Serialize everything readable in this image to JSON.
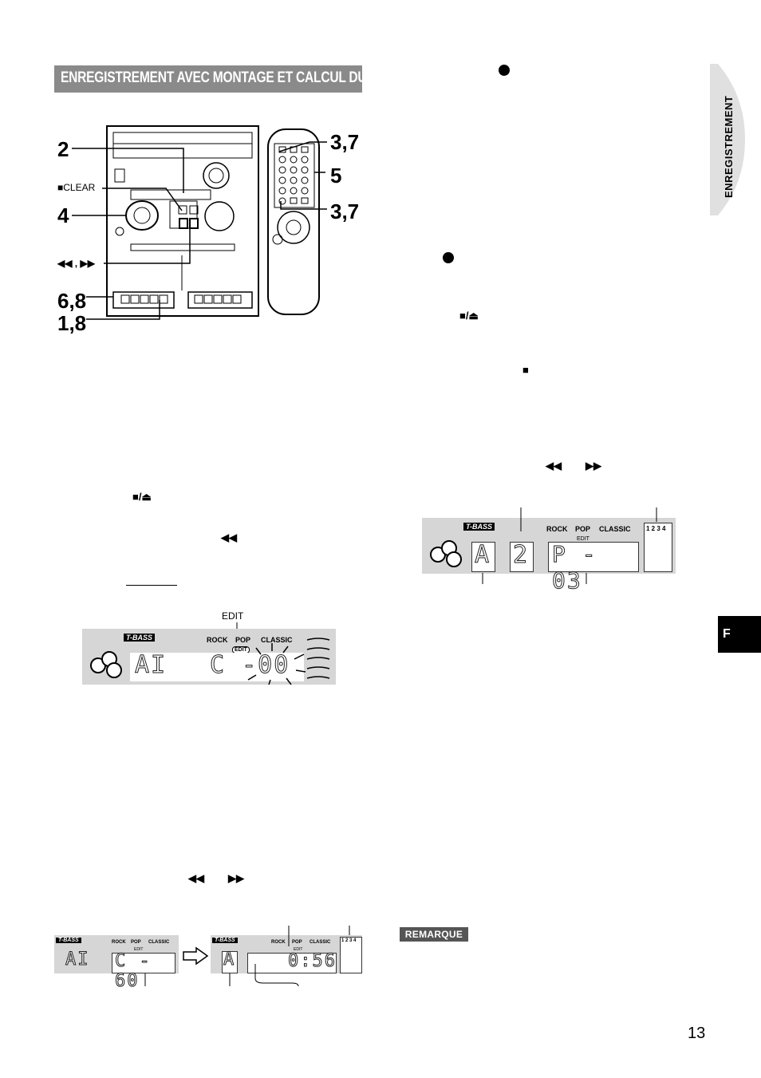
{
  "header": {
    "title": "ENREGISTREMENT AVEC MONTAGE ET CALCUL DU TEMPS"
  },
  "side_tab": {
    "label": "ENREGISTREMENT"
  },
  "lang_tab": {
    "label": "F"
  },
  "page_number": "13",
  "remarque": {
    "label": "REMARQUE"
  },
  "diagram": {
    "callouts": {
      "c2": "2",
      "c4": "4",
      "c68": "6,8",
      "c18": "1,8",
      "c37a": "3,7",
      "c5": "5",
      "c37b": "3,7"
    },
    "clear_label": "■CLEAR",
    "ffrew_label": "◀◀ , ▶▶"
  },
  "symbols": {
    "stop_eject": "■/⏏",
    "stop": "■",
    "rewind": "◀◀",
    "fast_forward": "▶▶"
  },
  "display_edit": {
    "edit_label": "EDIT",
    "tbass": "T-BASS",
    "rock": "ROCK",
    "pop": "POP",
    "classic": "CLASSIC",
    "badge": "EDIT",
    "seg_left": "AI",
    "seg_right": "C -00"
  },
  "display_left_small": {
    "tbass": "T-BASS",
    "rock": "ROCK",
    "pop": "POP",
    "classic": "CLASSIC",
    "badge": "EDIT",
    "seg_left": "AI",
    "seg_right": "C - 60"
  },
  "display_right_small": {
    "tbass": "T-BASS",
    "rock": "ROCK",
    "pop": "POP",
    "classic": "CLASSIC",
    "badge": "EDIT",
    "seg_left": "A",
    "seg_right": "0:56",
    "indicator": "1 2 3 4"
  },
  "display_upper_right": {
    "tbass": "T-BASS",
    "rock": "ROCK",
    "pop": "POP",
    "classic": "CLASSIC",
    "badge": "EDIT",
    "seg_side": "A",
    "seg_track": "2",
    "seg_prog": "P - 03",
    "indicator": "1 2 3 4"
  },
  "colors": {
    "title_bg": "#8a8a8a",
    "lcd_bg": "#d6d6d6",
    "side_tab_bg": "#e0e0e0"
  }
}
